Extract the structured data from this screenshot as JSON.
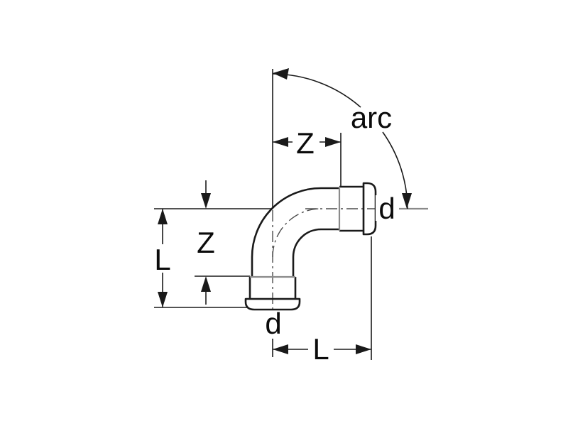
{
  "labels": {
    "arc": "arc",
    "z_horizontal": "Z",
    "z_vertical": "Z",
    "l_vertical": "L",
    "l_horizontal": "L",
    "d_right": "d",
    "d_bottom": "d"
  },
  "colors": {
    "background": "#ffffff",
    "outline": "#1a1a1a",
    "dimension": "#1a1a1a",
    "shading": "#8a8a8a",
    "centerline": "#4d4d4d",
    "text": "#0b0b0b"
  }
}
